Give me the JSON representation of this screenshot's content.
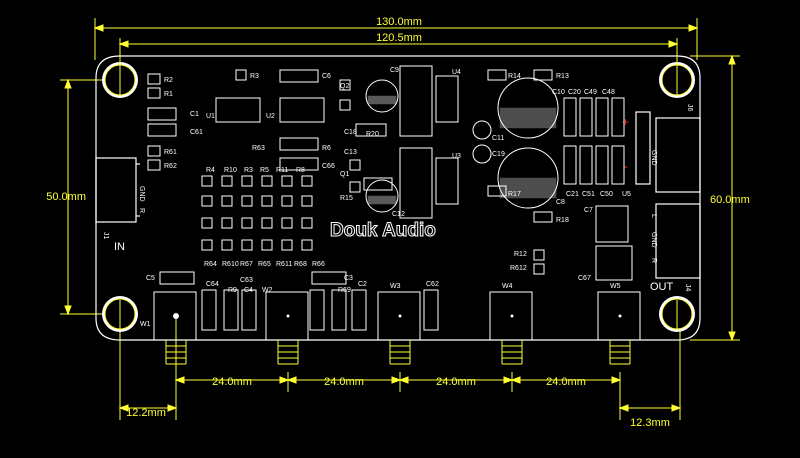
{
  "dimensions": {
    "overall_width": "130.0mm",
    "hole_spacing_width": "120.5mm",
    "hole_spacing_height": "50.0mm",
    "overall_height": "60.0mm",
    "pot_spacing": [
      "24.0mm",
      "24.0mm",
      "24.0mm",
      "24.0mm"
    ],
    "left_offset": "12.2mm",
    "right_offset": "12.3mm"
  },
  "brand": "Douk Audio",
  "connectors": {
    "input_label": "IN",
    "output_label": "OUT",
    "j1": "J1",
    "j4": "J4",
    "j6": "J6",
    "gnd": "GND",
    "r": "R",
    "l": "L"
  },
  "pots": [
    "W1",
    "W2",
    "W3",
    "W4",
    "W5"
  ],
  "components": {
    "top_left": [
      "R2",
      "R1",
      "C1",
      "C61",
      "R61",
      "R62",
      "R3",
      "U1",
      "U2",
      "C6",
      "R4",
      "R63",
      "C66"
    ],
    "resistor_row": [
      "R4",
      "R10",
      "R3",
      "R5",
      "R11",
      "R8",
      "R6"
    ],
    "lower_row": [
      "R64",
      "R610",
      "R67",
      "R65",
      "R611",
      "R68",
      "R66"
    ],
    "bottom": [
      "C5",
      "C64",
      "R9",
      "C63",
      "C4",
      "C2",
      "C3",
      "R69",
      "C62"
    ],
    "middle": [
      "U4",
      "U3",
      "C9",
      "C18",
      "R20",
      "C13",
      "Q2",
      "Q1",
      "C12",
      "R15",
      "C11",
      "C19"
    ],
    "right": [
      "R14",
      "R13",
      "C10",
      "C20",
      "C49",
      "C48",
      "C21",
      "C51",
      "C50",
      "U5",
      "R17",
      "R18",
      "C8",
      "C7",
      "R12",
      "R612",
      "C67"
    ]
  },
  "colors": {
    "dimension": "#ffff33",
    "silkscreen": "#ffffff",
    "polarity": "#ff2020",
    "background": "#000000"
  }
}
